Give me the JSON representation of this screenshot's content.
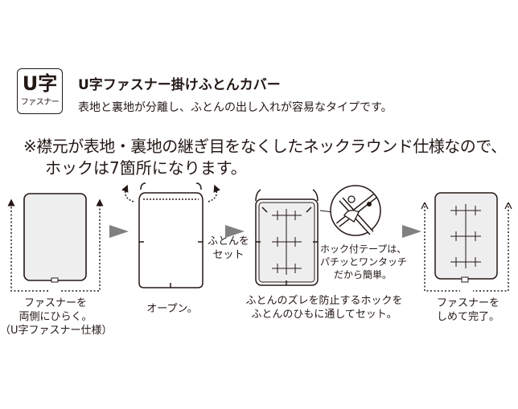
{
  "badge": {
    "main": "U字",
    "sub": "ファスナー"
  },
  "header": {
    "title": "U字ファスナー掛けふとんカバー",
    "subtitle": "表地と裏地が分離し、ふとんの出し入れが容易なタイプです。"
  },
  "note": {
    "line1": "※襟元が表地・裏地の継ぎ目をなくしたネックラウンド仕様なので、",
    "line2": "ホックは7箇所になります。"
  },
  "steps": {
    "step1": {
      "line1": "ファスナーを",
      "line2": "両側にひらく。",
      "line3": "（U字ファスナー仕様）"
    },
    "step2": {
      "line1": "オープン。"
    },
    "step3_arrow": {
      "line1": "ふとんを",
      "line2": "セット"
    },
    "step3": {
      "line1": "ふとんのズレを防止するホックを",
      "line2": "ふとんのひもに通してセット。"
    },
    "callout": {
      "line1": "ホック付テープは、",
      "line2": "パチッとワンタッチ",
      "line3": "だから簡単。"
    },
    "step4": {
      "line1": "ファスナーを",
      "line2": "しめて完了。"
    }
  },
  "colors": {
    "ink": "#231815",
    "arrow": "#808080",
    "panel_fill": "#eeeeee"
  }
}
